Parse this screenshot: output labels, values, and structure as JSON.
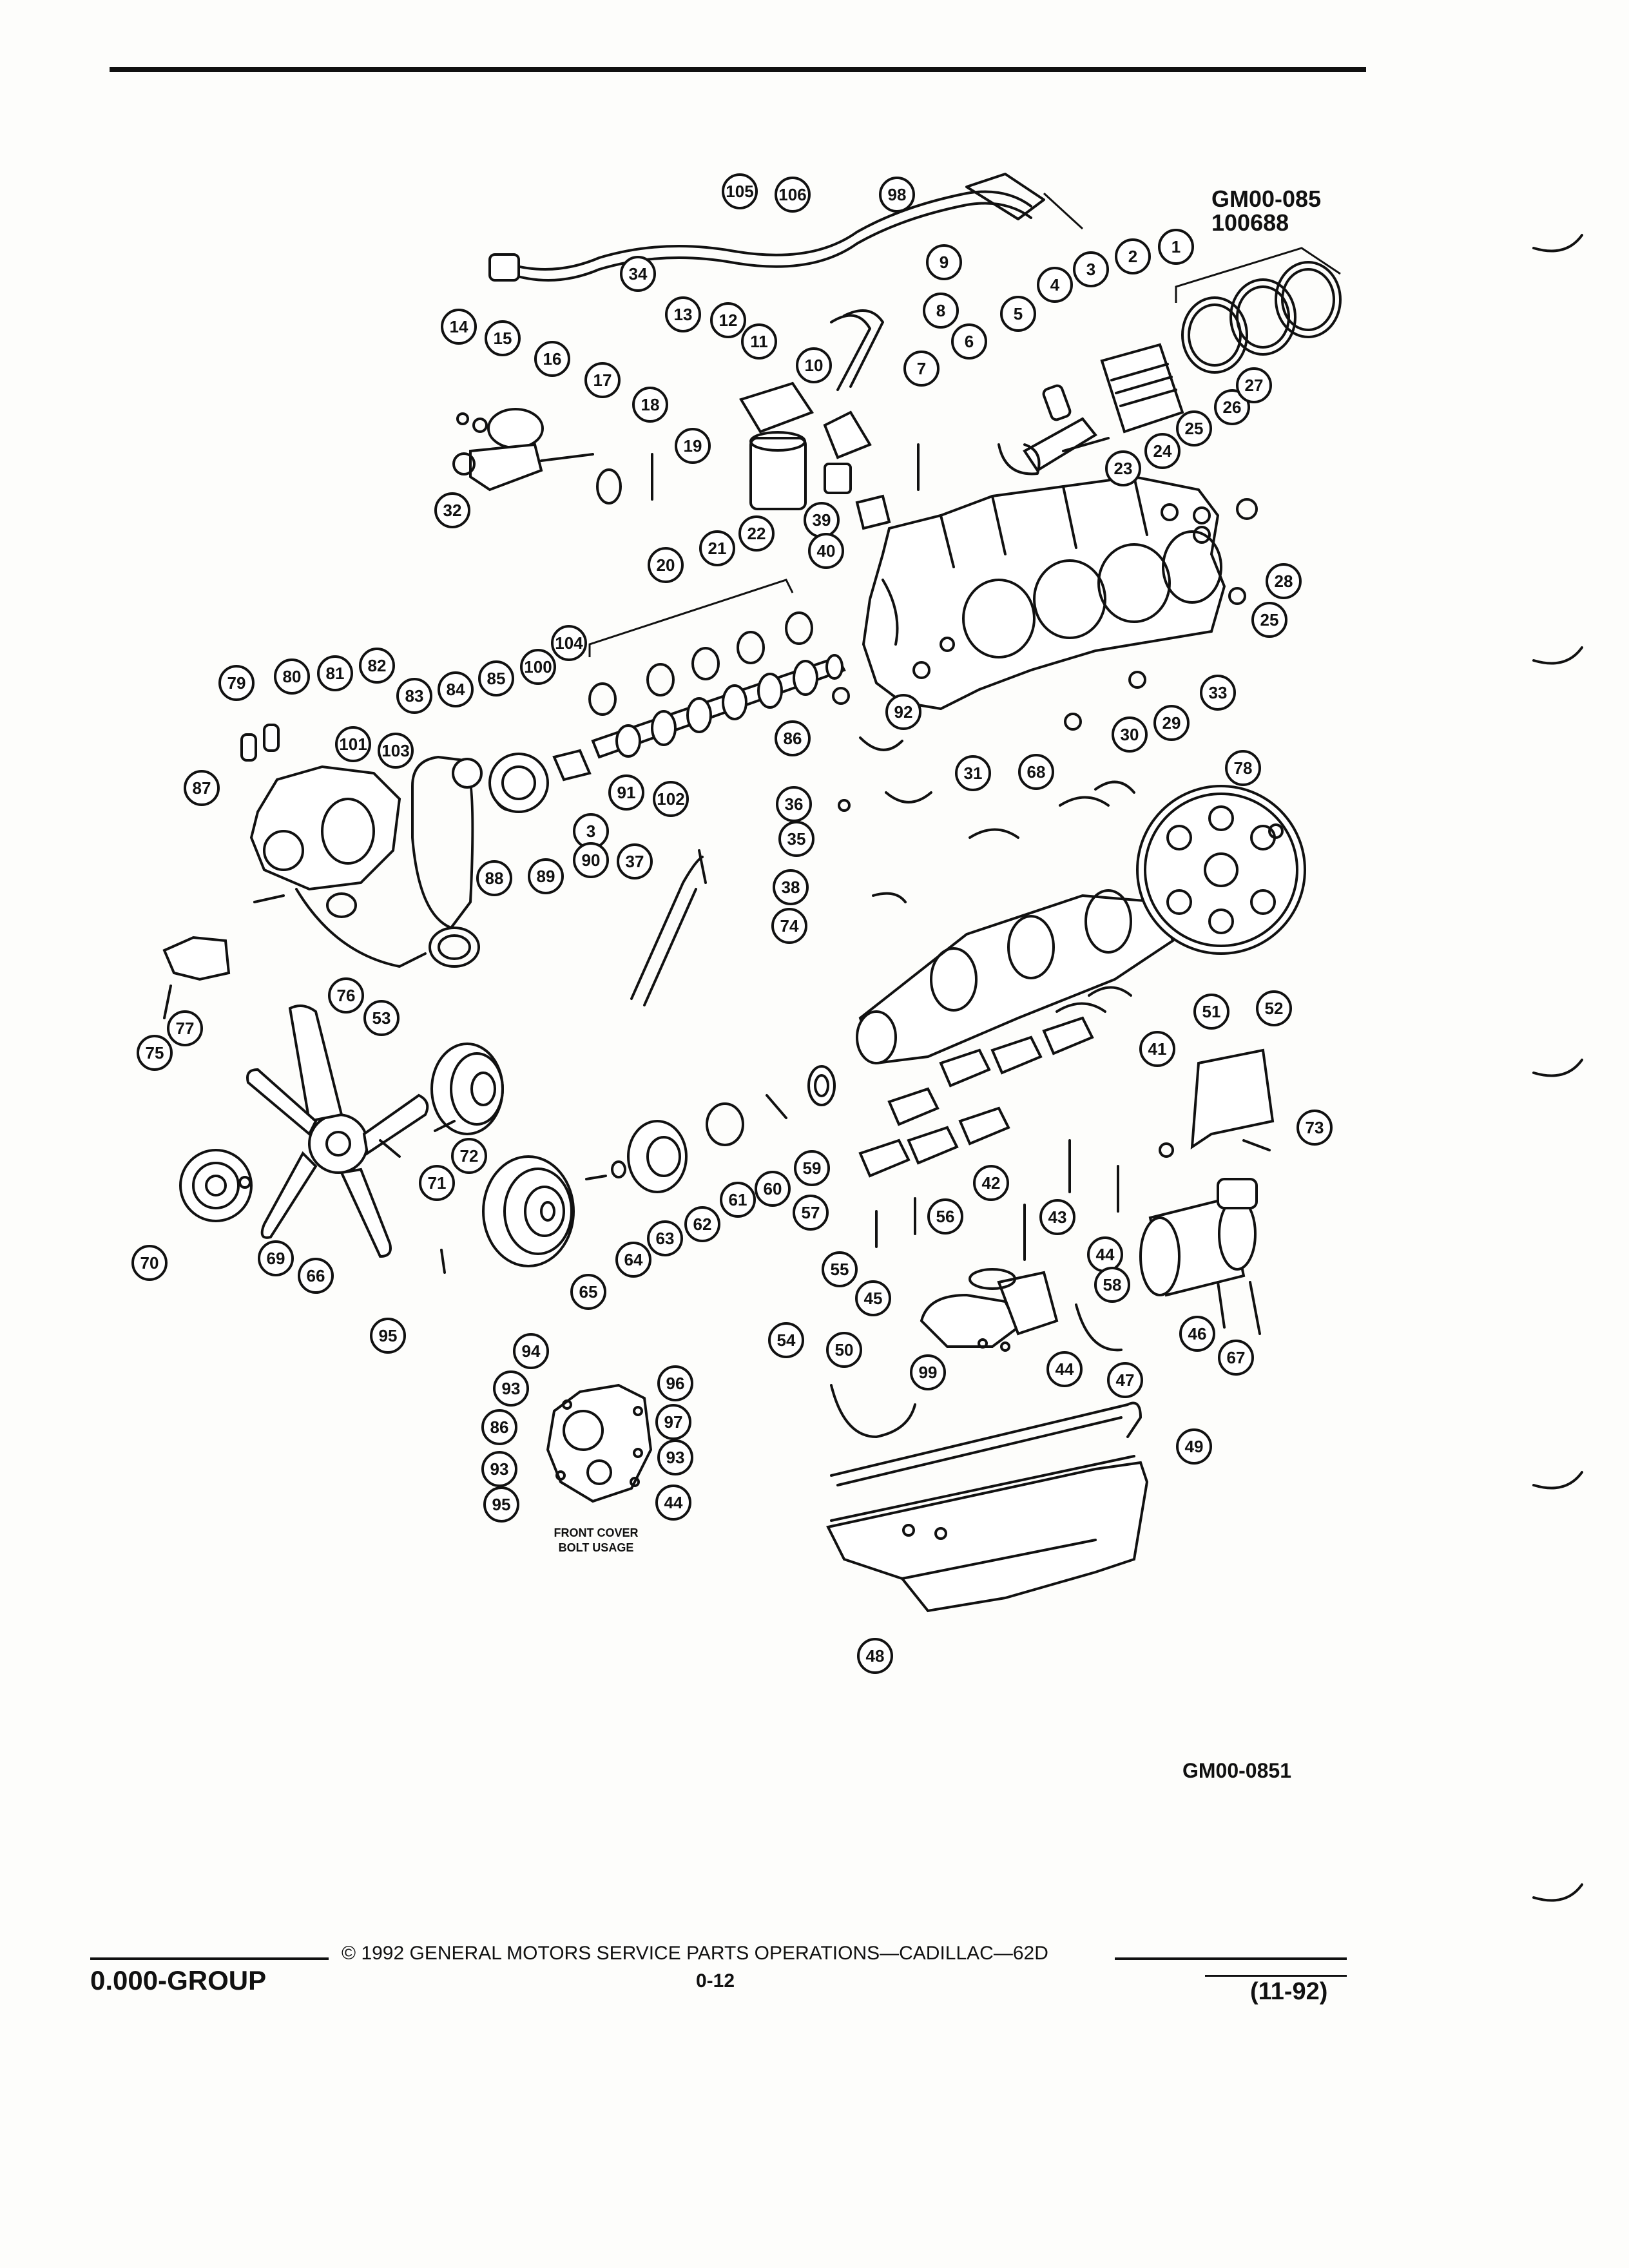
{
  "header": {
    "figure_code_top": "GM00-085",
    "figure_date": "100688"
  },
  "diagram": {
    "front_cover_label_line1": "FRONT COVER",
    "front_cover_label_line2": "BOLT USAGE",
    "figure_code_bottom": "GM00-0851",
    "callouts": [
      "105",
      "106",
      "98",
      "9",
      "8",
      "34",
      "13",
      "12",
      "11",
      "10",
      "7",
      "6",
      "5",
      "4",
      "3",
      "2",
      "1",
      "14",
      "15",
      "16",
      "17",
      "18",
      "19",
      "39",
      "40",
      "23",
      "24",
      "25",
      "26",
      "27",
      "32",
      "28",
      "25",
      "20",
      "21",
      "22",
      "33",
      "92",
      "68",
      "86",
      "104",
      "79",
      "80",
      "81",
      "82",
      "83",
      "84",
      "85",
      "100",
      "101",
      "103",
      "91",
      "102",
      "3",
      "36",
      "35",
      "31",
      "30",
      "29",
      "78",
      "87",
      "88",
      "89",
      "90",
      "37",
      "38",
      "74",
      "75",
      "77",
      "76",
      "53",
      "52",
      "51",
      "41",
      "73",
      "72",
      "71",
      "70",
      "69",
      "66",
      "65",
      "64",
      "63",
      "62",
      "61",
      "60",
      "59",
      "57",
      "56",
      "42",
      "43",
      "44",
      "58",
      "55",
      "45",
      "46",
      "67",
      "95",
      "94",
      "93",
      "86",
      "93",
      "95",
      "96",
      "97",
      "93",
      "44",
      "54",
      "50",
      "99",
      "44",
      "47",
      "49",
      "48"
    ]
  },
  "footer": {
    "group": "0.000-GROUP",
    "copyright": "© 1992 GENERAL MOTORS SERVICE PARTS OPERATIONS—CADILLAC—62D",
    "page_number": "0-12",
    "revision": "(11-92)"
  }
}
